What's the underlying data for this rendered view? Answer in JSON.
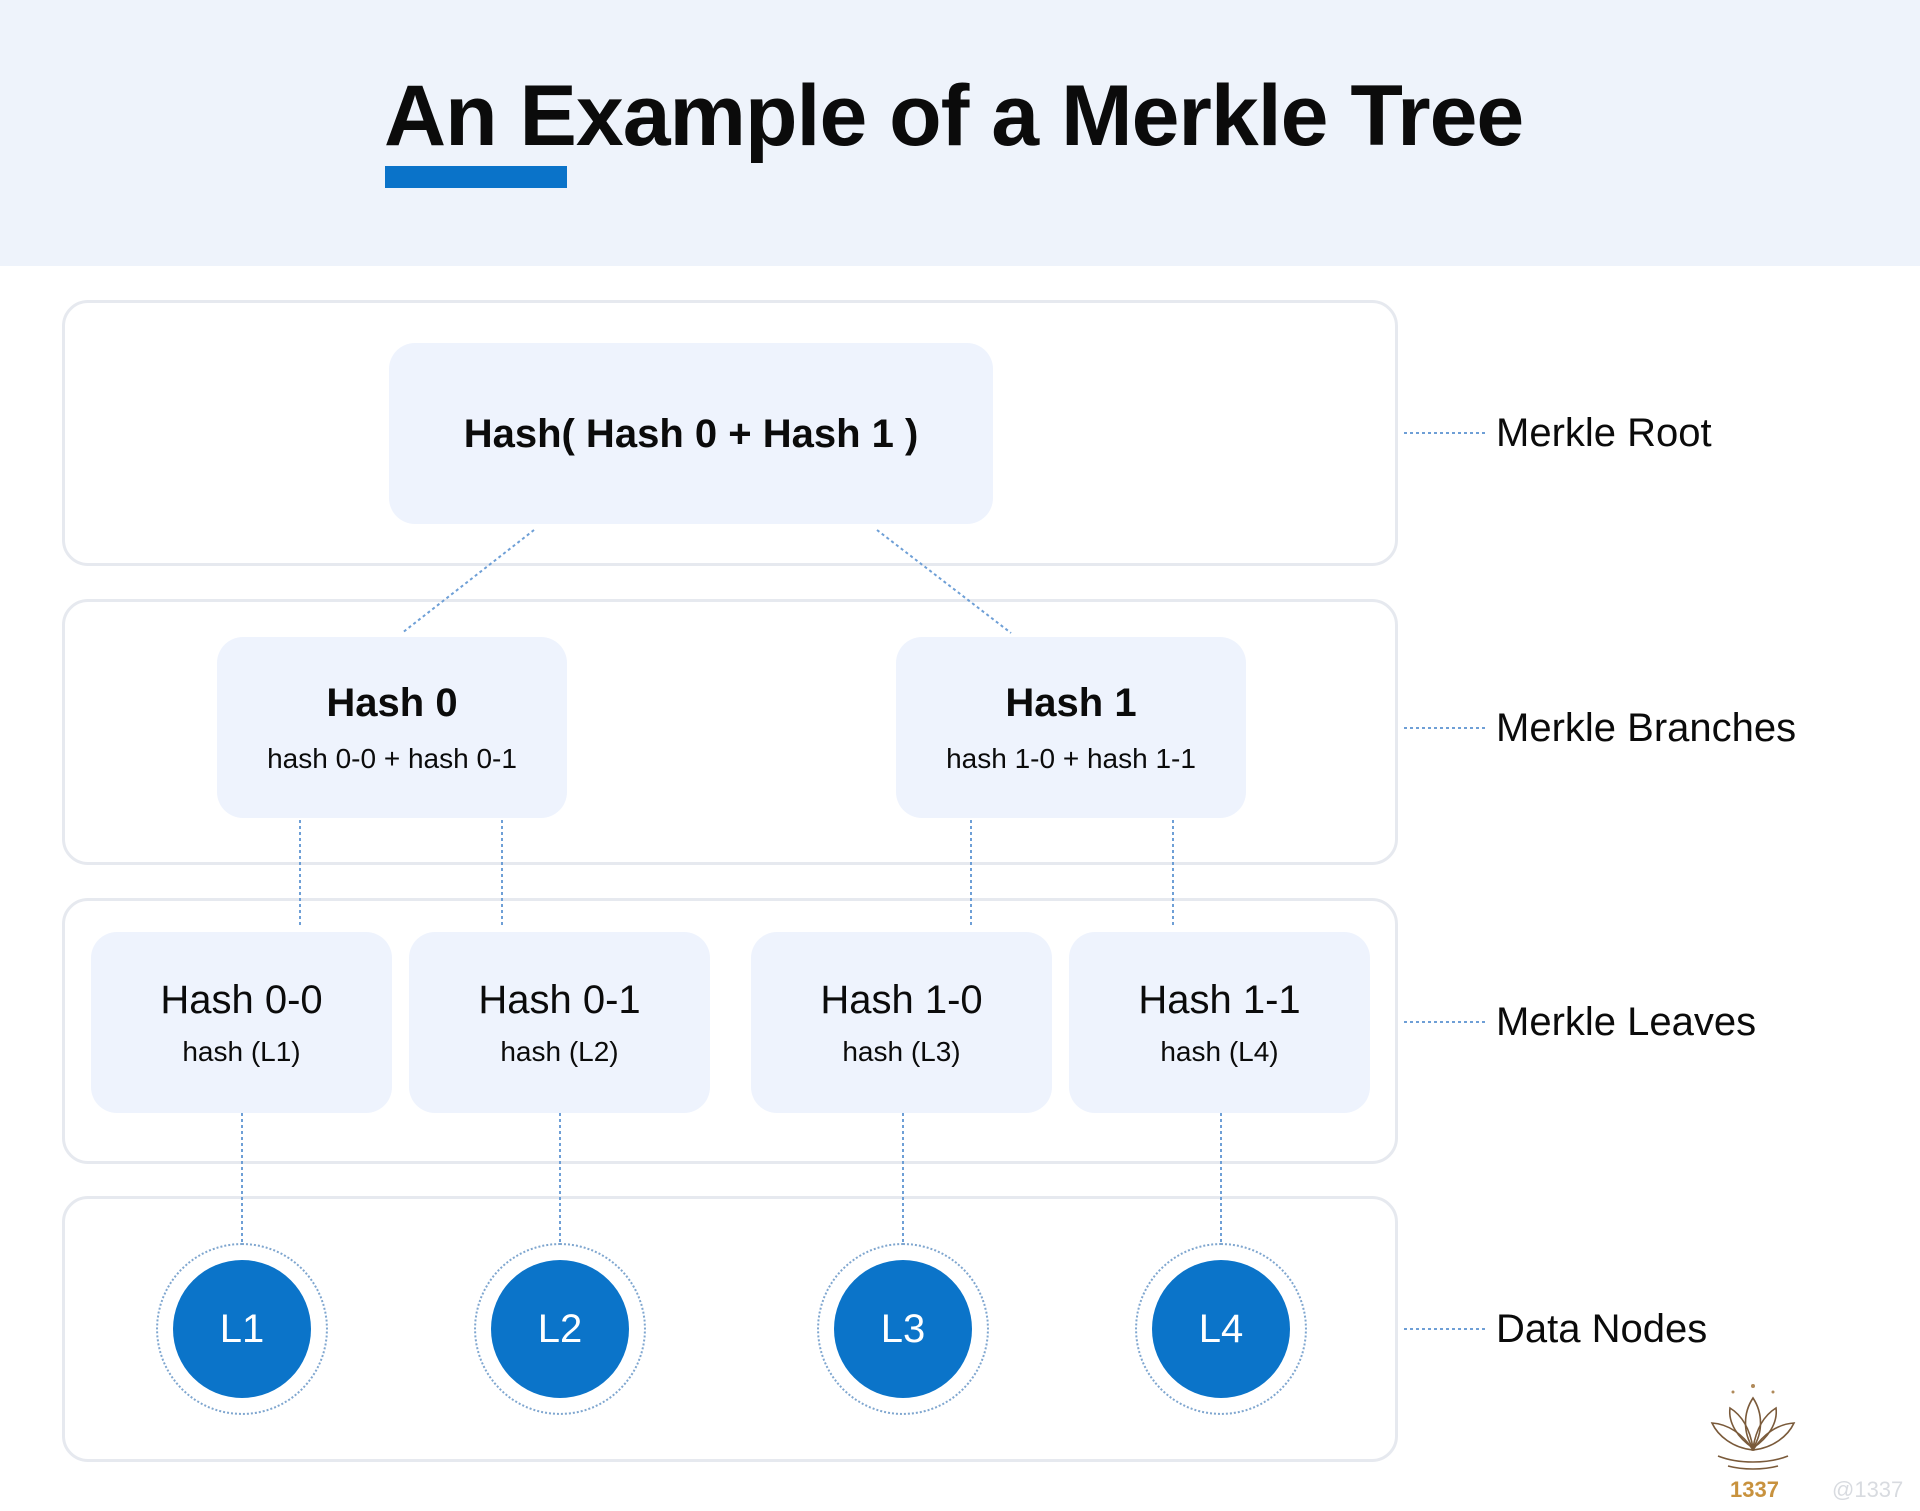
{
  "title": "An Example of a Merkle Tree",
  "colors": {
    "accent": "#0a73c9",
    "header_bg": "#eef3fb",
    "node_bg": "#eef3fd",
    "connector": "#6e9fd6"
  },
  "root": {
    "label": "Hash( Hash 0 + Hash 1 )"
  },
  "branches": [
    {
      "label": "Hash 0",
      "sub": "hash 0-0 + hash 0-1"
    },
    {
      "label": "Hash 1",
      "sub": "hash 1-0 + hash 1-1"
    }
  ],
  "leaves": [
    {
      "label": "Hash 0-0",
      "sub": "hash (L1)"
    },
    {
      "label": "Hash 0-1",
      "sub": "hash (L2)"
    },
    {
      "label": "Hash 1-0",
      "sub": "hash (L3)"
    },
    {
      "label": "Hash 1-1",
      "sub": "hash (L4)"
    }
  ],
  "data_nodes": [
    "L1",
    "L2",
    "L3",
    "L4"
  ],
  "levels": {
    "root": "Merkle Root",
    "branches": "Merkle Branches",
    "leaves": "Merkle Leaves",
    "data": "Data Nodes"
  },
  "watermark": {
    "logo_text": "1337",
    "handle": "@1337",
    "logo_icon": "lotus-icon"
  }
}
